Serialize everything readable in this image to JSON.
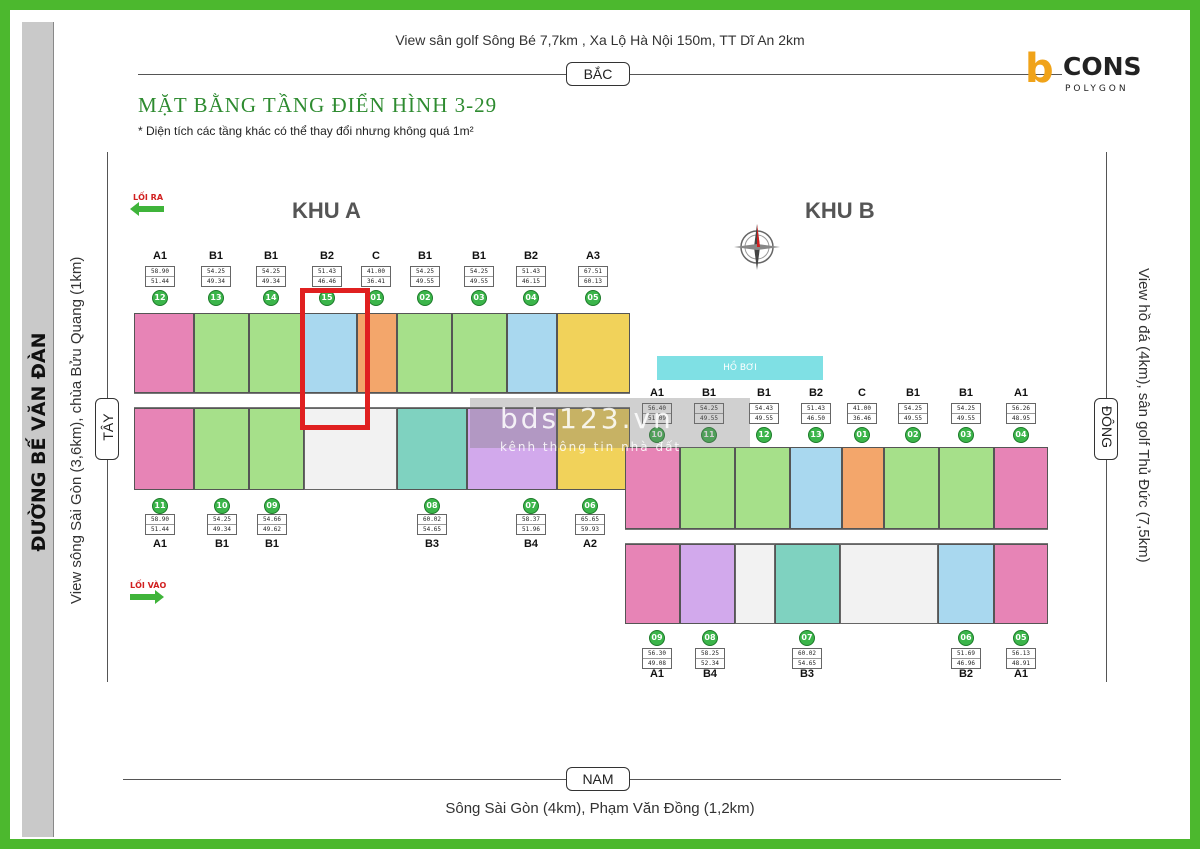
{
  "street_label": "ĐƯỜNG BẾ VĂN ĐÀN",
  "top_view": "View sân golf Sông Bé 7,7km , Xa Lộ Hà Nội 150m, TT Dĩ An 2km",
  "bottom_view": "Sông Sài Gòn (4km), Phạm Văn Đồng (1,2km)",
  "left_view": "View sông Sài Gòn (3,6km), chùa Bửu Quang (1km)",
  "right_view": "View hồ đá (4km), sân golf Thủ Đức (7,5km)",
  "compass": {
    "north": "BẮC",
    "south": "NAM",
    "west": "TÂY",
    "east": "ĐÔNG"
  },
  "title": "MẶT BẰNG TẦNG ĐIỂN HÌNH 3-29",
  "note": "* Diện tích các tầng khác có thể thay đổi nhưng không quá 1m²",
  "khu_a": "KHU A",
  "khu_b": "KHU B",
  "exit_label": "LỐI RA",
  "entry_label": "LỐI VÀO",
  "pool_label": "HỒ BƠI",
  "logo": {
    "mark": "b",
    "name": "CONS",
    "sub": "POLYGON"
  },
  "watermark": {
    "main": "bds123.vn",
    "sub": "kênh thông tin nhà đất"
  },
  "colors": {
    "frame": "#4cb82e",
    "title": "#2e8b30",
    "highlight": "#e02020",
    "A1": "#e784b6",
    "B1": "#a6e08a",
    "B2": "#a9d8ef",
    "C": "#f3a66b",
    "A3": "#f1d25a",
    "A2": "#f1d25a",
    "B3": "#7fd2c0",
    "B4": "#d2a9ec",
    "pool": "#7fe0e4"
  },
  "khu_a_top_units": [
    {
      "type": "A1",
      "a1": "58.90",
      "a2": "51.44",
      "num": "12"
    },
    {
      "type": "B1",
      "a1": "54.25",
      "a2": "49.34",
      "num": "13"
    },
    {
      "type": "B1",
      "a1": "54.25",
      "a2": "49.34",
      "num": "14"
    },
    {
      "type": "B2",
      "a1": "51.43",
      "a2": "46.46",
      "num": "15"
    },
    {
      "type": "C",
      "a1": "41.00",
      "a2": "36.41",
      "num": "01"
    },
    {
      "type": "B1",
      "a1": "54.25",
      "a2": "49.55",
      "num": "02"
    },
    {
      "type": "B1",
      "a1": "54.25",
      "a2": "49.55",
      "num": "03"
    },
    {
      "type": "B2",
      "a1": "51.43",
      "a2": "46.15",
      "num": "04"
    },
    {
      "type": "A3",
      "a1": "67.51",
      "a2": "60.13",
      "num": "05"
    }
  ],
  "khu_a_bottom_units": [
    {
      "type": "A1",
      "a1": "58.90",
      "a2": "51.44",
      "num": "11"
    },
    {
      "type": "B1",
      "a1": "54.25",
      "a2": "49.34",
      "num": "10"
    },
    {
      "type": "B1",
      "a1": "54.66",
      "a2": "49.62",
      "num": "09"
    },
    {
      "type": "B3",
      "a1": "60.02",
      "a2": "54.65",
      "num": "08"
    },
    {
      "type": "B4",
      "a1": "58.37",
      "a2": "51.96",
      "num": "07"
    },
    {
      "type": "A2",
      "a1": "65.65",
      "a2": "59.93",
      "num": "06"
    }
  ],
  "khu_b_top_units": [
    {
      "type": "A1",
      "a1": "56.40",
      "a2": "51.09",
      "num": "10"
    },
    {
      "type": "B1",
      "a1": "54.25",
      "a2": "49.55",
      "num": "11"
    },
    {
      "type": "B1",
      "a1": "54.43",
      "a2": "49.55",
      "num": "12"
    },
    {
      "type": "B2",
      "a1": "51.43",
      "a2": "46.50",
      "num": "13"
    },
    {
      "type": "C",
      "a1": "41.00",
      "a2": "36.46",
      "num": "01"
    },
    {
      "type": "B1",
      "a1": "54.25",
      "a2": "49.55",
      "num": "02"
    },
    {
      "type": "B1",
      "a1": "54.25",
      "a2": "49.55",
      "num": "03"
    },
    {
      "type": "A1",
      "a1": "56.26",
      "a2": "48.95",
      "num": "04"
    }
  ],
  "khu_b_bottom_units": [
    {
      "type": "A1",
      "a1": "56.30",
      "a2": "49.08",
      "num": "09"
    },
    {
      "type": "B4",
      "a1": "58.25",
      "a2": "52.34",
      "num": "08"
    },
    {
      "type": "B3",
      "a1": "60.02",
      "a2": "54.65",
      "num": "07"
    },
    {
      "type": "B2",
      "a1": "51.69",
      "a2": "46.96",
      "num": "06"
    },
    {
      "type": "A1",
      "a1": "56.13",
      "a2": "48.91",
      "num": "05"
    }
  ]
}
